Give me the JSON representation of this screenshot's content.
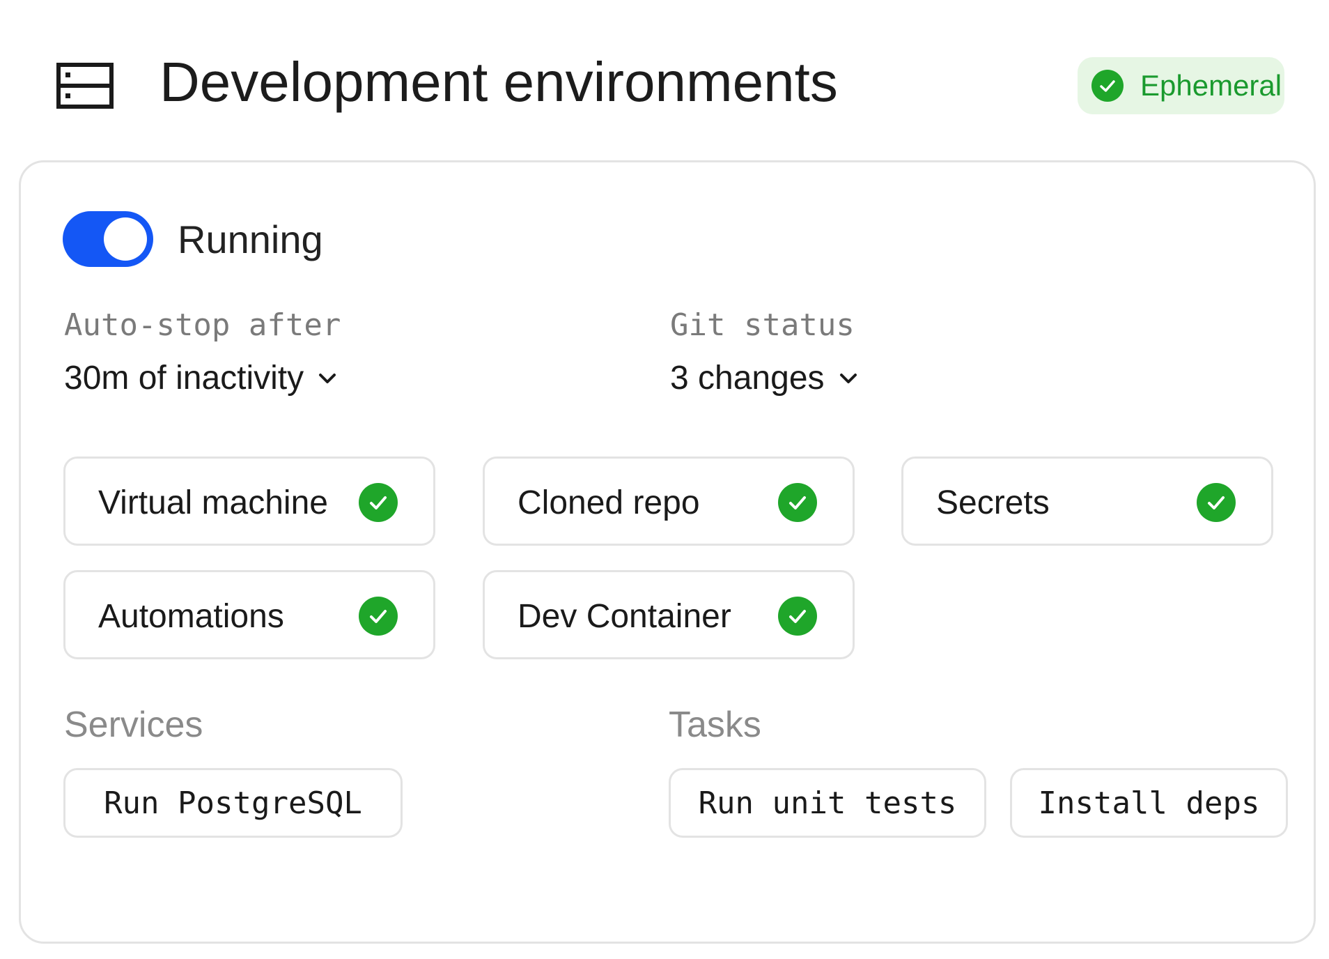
{
  "header": {
    "title": "Development environments",
    "icon": "server-icon",
    "badge": {
      "label": "Ephemeral",
      "icon": "check-circle-icon",
      "text_color": "#1a9a2e",
      "background": "#e6f6e4"
    }
  },
  "environment": {
    "toggle": {
      "label": "Running",
      "on": true,
      "color": "#1457f5"
    },
    "auto_stop": {
      "label": "Auto-stop after",
      "value": "30m of inactivity"
    },
    "git_status": {
      "label": "Git status",
      "value": "3 changes"
    },
    "status_items": [
      {
        "label": "Virtual machine",
        "status": "complete",
        "icon": "check-circle-icon"
      },
      {
        "label": "Cloned repo",
        "status": "complete",
        "icon": "check-circle-icon"
      },
      {
        "label": "Secrets",
        "status": "complete",
        "icon": "check-circle-icon"
      },
      {
        "label": "Automations",
        "status": "complete",
        "icon": "check-circle-icon"
      },
      {
        "label": "Dev Container",
        "status": "complete",
        "icon": "check-circle-icon"
      }
    ],
    "success_color": "#1fa62a",
    "services": {
      "label": "Services",
      "items": [
        "Run PostgreSQL"
      ]
    },
    "tasks": {
      "label": "Tasks",
      "items": [
        "Run unit tests",
        "Install deps"
      ]
    }
  }
}
